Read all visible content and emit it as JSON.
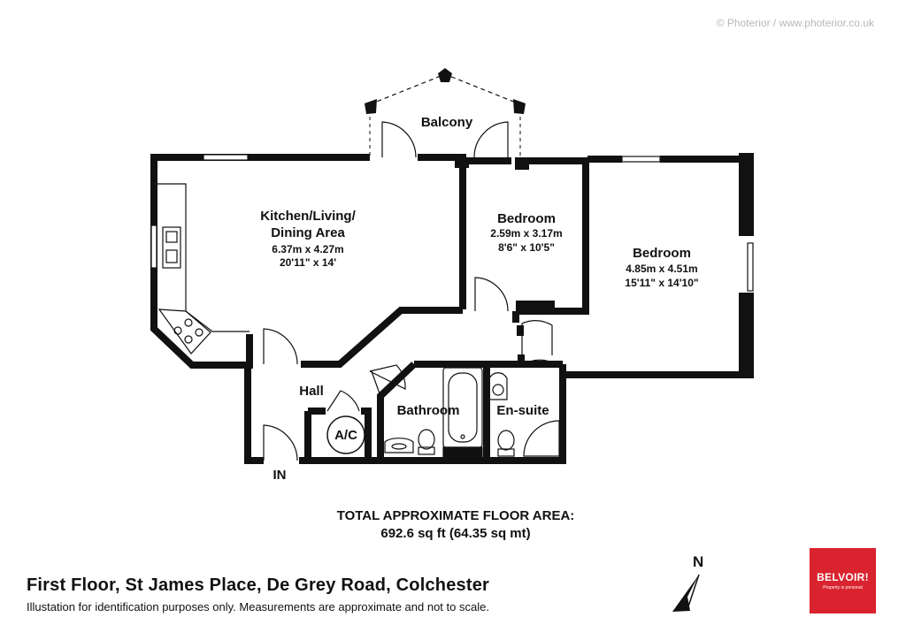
{
  "copyright": "© Photerior / www.photerior.co.uk",
  "rooms": {
    "balcony": {
      "name": "Balcony"
    },
    "kitchen": {
      "name_line1": "Kitchen/Living/",
      "name_line2": "Dining Area",
      "metric": "6.37m x 4.27m",
      "imperial": "20'11\"  x 14'"
    },
    "bedroom1": {
      "name": "Bedroom",
      "metric": "2.59m x 3.17m",
      "imperial": "8'6\"  x 10'5\""
    },
    "bedroom2": {
      "name": "Bedroom",
      "metric": "4.85m x 4.51m",
      "imperial": "15'11\"  x 14'10\""
    },
    "hall": {
      "name": "Hall"
    },
    "ac": {
      "name": "A/C"
    },
    "bathroom": {
      "name": "Bathroom"
    },
    "ensuite": {
      "name": "En-suite"
    },
    "entrance": {
      "name": "IN"
    }
  },
  "total_area": {
    "heading": "TOTAL APPROXIMATE FLOOR AREA:",
    "value": "692.6 sq ft (64.35 sq mt)"
  },
  "footer": {
    "title": "First Floor, St James Place, De Grey Road, Colchester",
    "disclaimer": "Illustation for identification purposes only. Measurements are approximate and not to scale."
  },
  "compass": {
    "label": "N"
  },
  "logo": {
    "brand": "BELVOIR!",
    "tagline": "Property is personal",
    "color": "#d9232e"
  },
  "colors": {
    "wall": "#111111",
    "text": "#111111",
    "copyright": "#b8b8b8"
  }
}
